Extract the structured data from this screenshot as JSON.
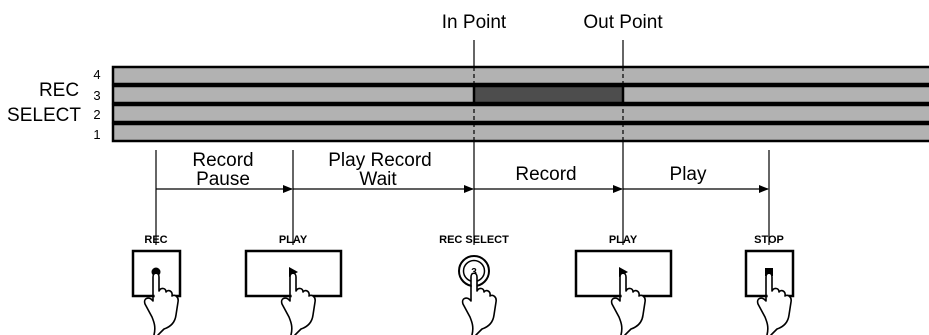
{
  "markers": {
    "in_point": "In Point",
    "out_point": "Out Point"
  },
  "rec_select": {
    "label_line1": "REC",
    "label_line2": "SELECT",
    "track_numbers": [
      "4",
      "3",
      "2",
      "1"
    ],
    "recorded_track": "3"
  },
  "phases": [
    {
      "line1": "Record",
      "line2": "Pause"
    },
    {
      "line1": "Play Record",
      "line2": "Wait"
    },
    {
      "line1": "Record",
      "line2": ""
    },
    {
      "line1": "Play",
      "line2": ""
    }
  ],
  "buttons": [
    {
      "label": "REC",
      "symbol": "●",
      "icon": "record-dot-icon"
    },
    {
      "label": "PLAY",
      "symbol": "►",
      "icon": "play-triangle-icon"
    },
    {
      "label": "REC SELECT",
      "symbol": "3",
      "icon": "rec-select-knob-icon"
    },
    {
      "label": "PLAY",
      "symbol": "►",
      "icon": "play-triangle-icon"
    },
    {
      "label": "STOP",
      "symbol": "■",
      "icon": "stop-square-icon"
    }
  ],
  "colors": {
    "track_fill": "#b2b2b2",
    "recorded_fill": "#4d4d4d",
    "line": "#000000"
  }
}
